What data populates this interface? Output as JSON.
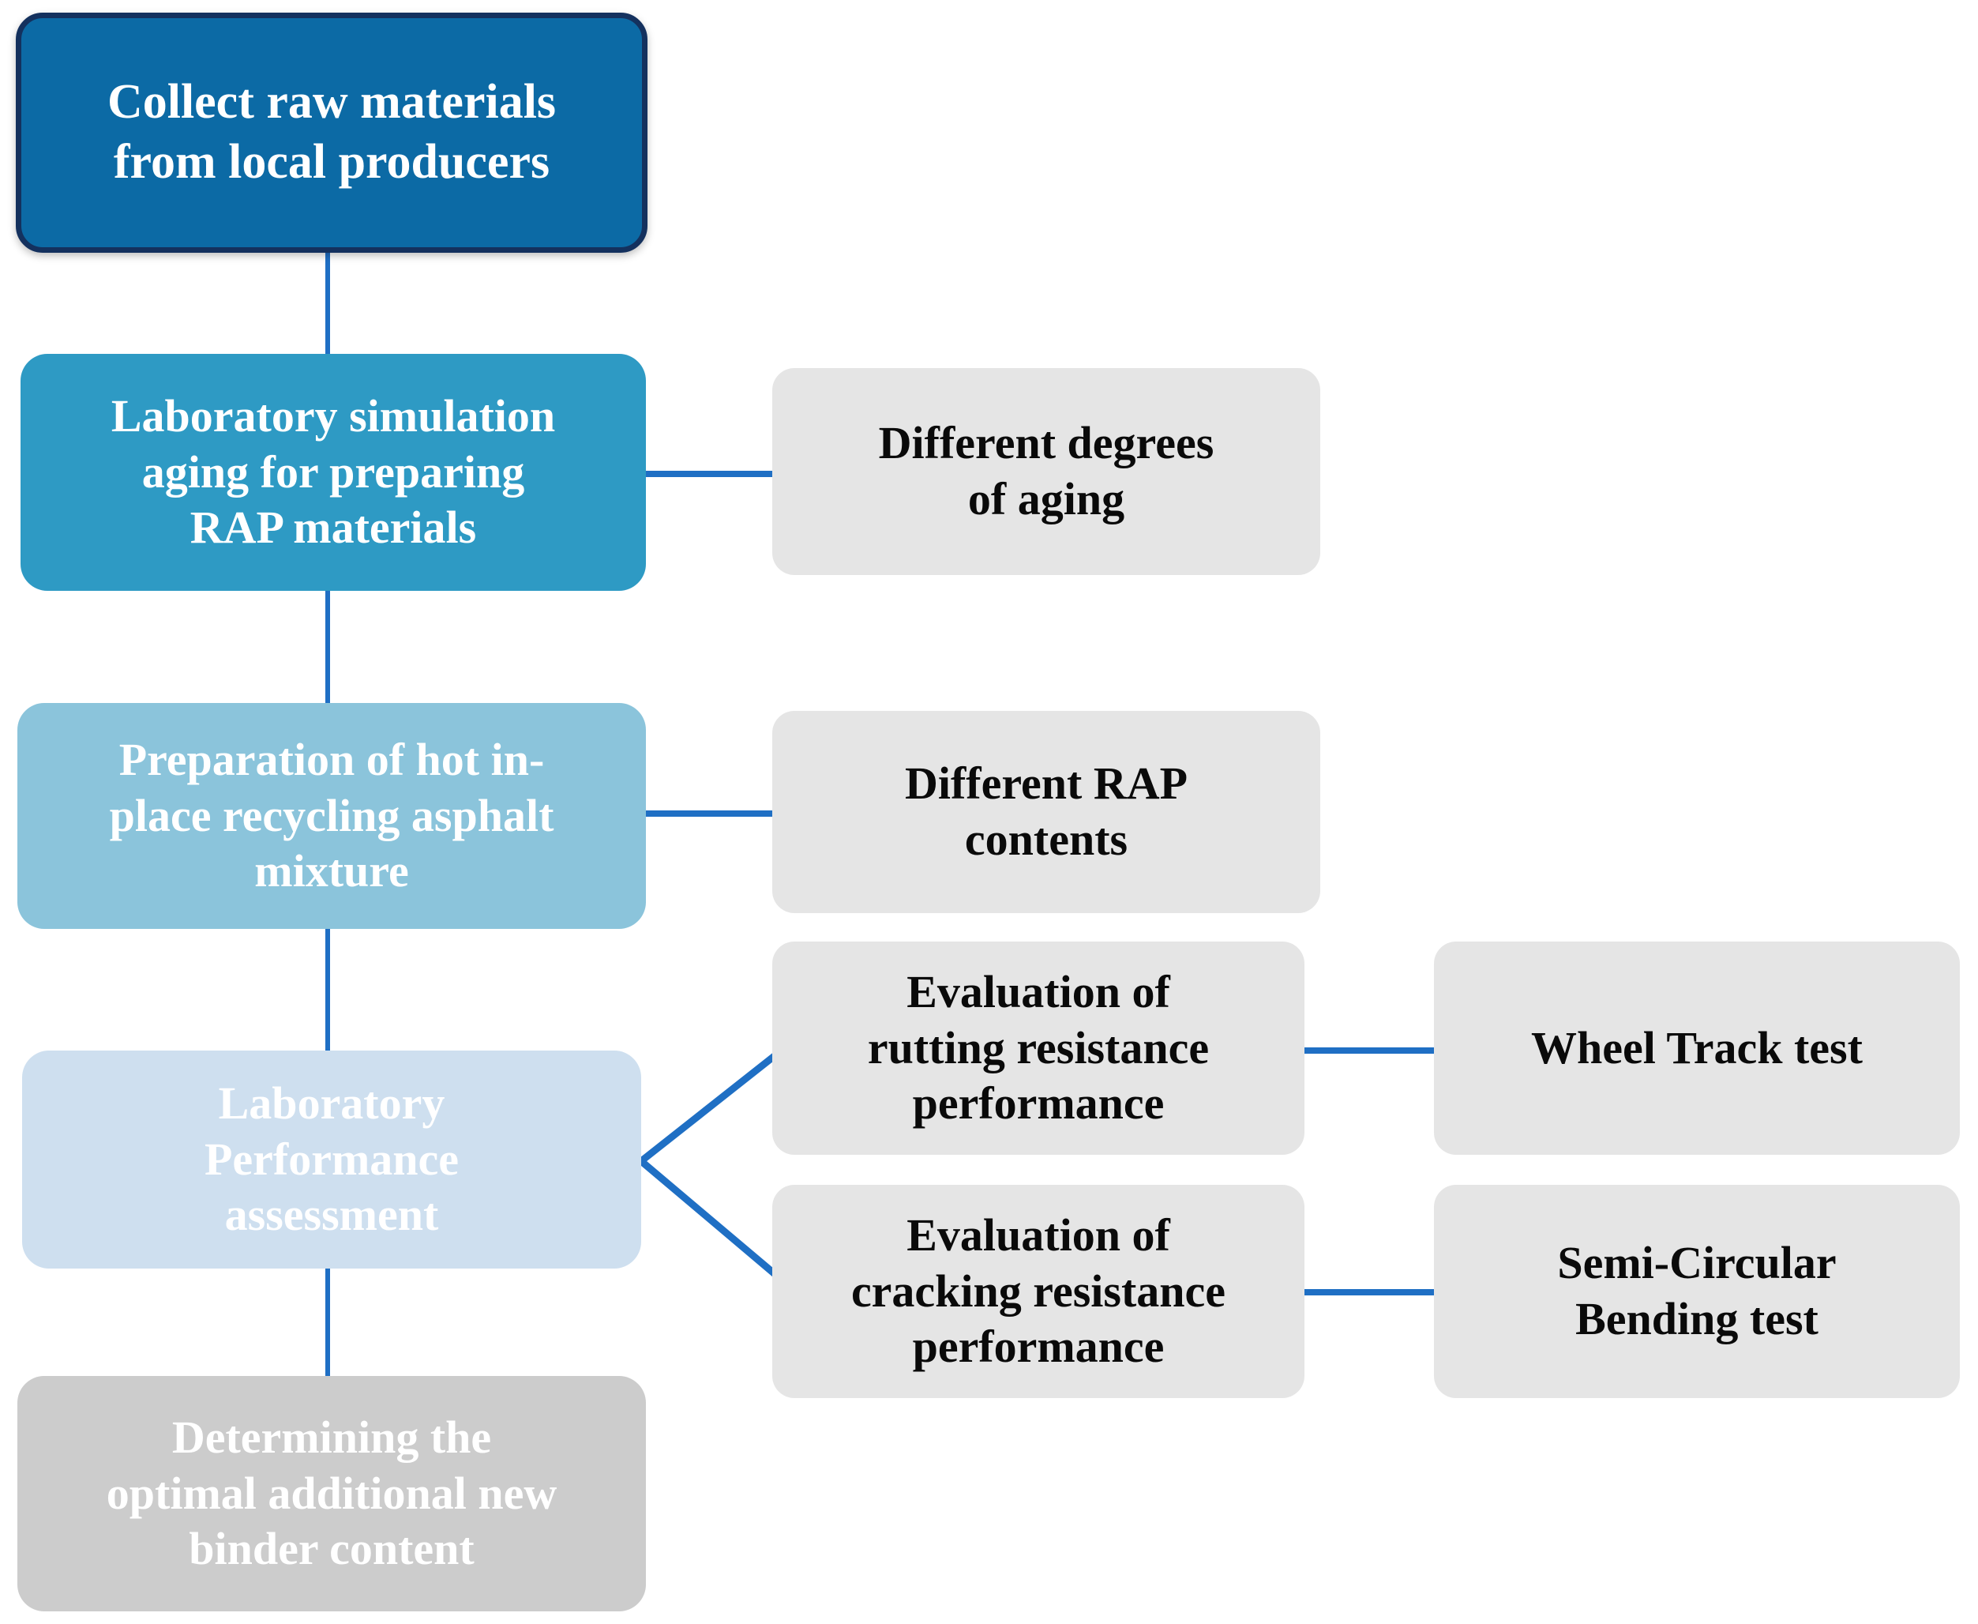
{
  "diagram": {
    "title": "Research methodology flowchart for hot in-place recycling asphalt mixture",
    "colors": {
      "stage_1_fill": "#0C6AA5",
      "stage_1_border": "#14315E",
      "stage_2_fill": "#2E9AC4",
      "stage_3_fill": "#8BC4DB",
      "stage_4_fill": "#CEDFEF",
      "stage_5_fill": "#CCCCCC",
      "detail_fill": "#E5E5E5",
      "connector": "#1F6FC4",
      "stage_text": "#FFFFFF",
      "detail_text": "#0A0A0A",
      "background": "#FFFFFF"
    },
    "main_flow": [
      {
        "id": "collect-raw-materials",
        "label": "Collect raw materials\nfrom local producers"
      },
      {
        "id": "laboratory-simulation-aging",
        "label": "Laboratory simulation\naging for preparing\nRAP materials"
      },
      {
        "id": "preparation-hot-in-place-recycling",
        "label": "Preparation of hot in-\nplace recycling asphalt\nmixture"
      },
      {
        "id": "laboratory-performance-assessment",
        "label": "Laboratory\nPerformance\nassessment"
      },
      {
        "id": "determining-optimal-binder-content",
        "label": "Determining the\noptimal additional new\nbinder content"
      }
    ],
    "details": [
      {
        "id": "different-degrees-of-aging",
        "label": "Different degrees\nof aging"
      },
      {
        "id": "different-rap-contents",
        "label": "Different RAP\ncontents"
      },
      {
        "id": "evaluation-rutting-resistance",
        "label": "Evaluation of\nrutting resistance\nperformance"
      },
      {
        "id": "evaluation-cracking-resistance",
        "label": "Evaluation of\ncracking resistance\nperformance"
      }
    ],
    "tests": [
      {
        "id": "wheel-track-test",
        "label": "Wheel Track test"
      },
      {
        "id": "semi-circular-bending-test",
        "label": "Semi-Circular\nBending test"
      }
    ]
  }
}
